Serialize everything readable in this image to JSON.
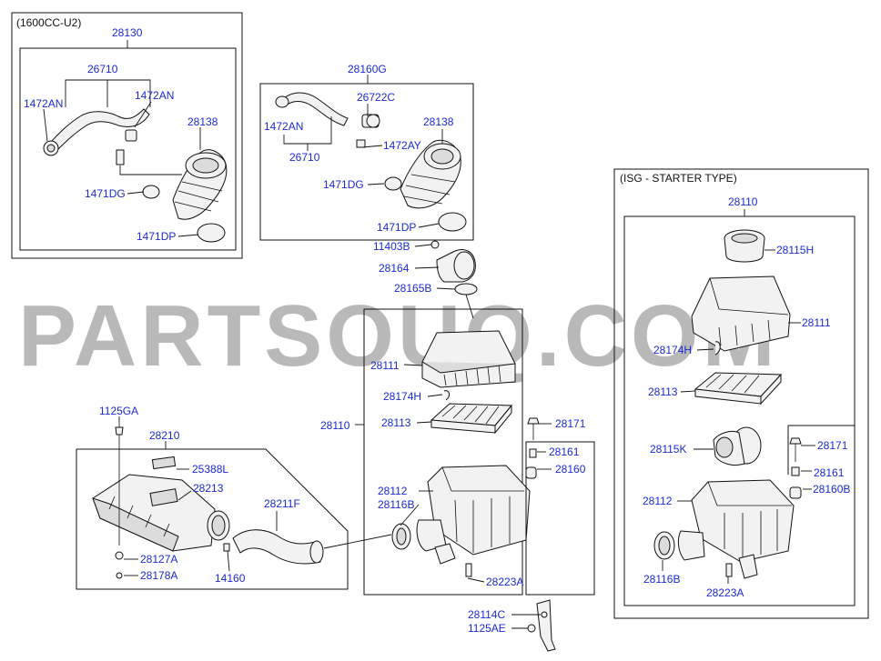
{
  "watermark": "PARTSOUQ.COM",
  "boxes": {
    "engine_variant": "(1600CC-U2)",
    "isg_variant": "(ISG - STARTER TYPE)"
  },
  "labels": {
    "l_28130": "28130",
    "l_26710_a": "26710",
    "l_1472AN_a": "1472AN",
    "l_1472AN_b": "1472AN",
    "l_28138_a": "28138",
    "l_1471DG_a": "1471DG",
    "l_1471DP_a": "1471DP",
    "l_28160G": "28160G",
    "l_26722C": "26722C",
    "l_1472AN_c": "1472AN",
    "l_28138_b": "28138",
    "l_1472AY": "1472AY",
    "l_26710_b": "26710",
    "l_1471DG_b": "1471DG",
    "l_1471DP_b": "1471DP",
    "l_11403B": "11403B",
    "l_28164": "28164",
    "l_28165B": "28165B",
    "l_28111_a": "28111",
    "l_28174H_a": "28174H",
    "l_28110_a": "28110",
    "l_28113_a": "28113",
    "l_28171_a": "28171",
    "l_28161_a": "28161",
    "l_28160_a": "28160",
    "l_28112_a": "28112",
    "l_28116B_a": "28116B",
    "l_28223A_a": "28223A",
    "l_28114C": "28114C",
    "l_1125AE": "1125AE",
    "l_1125GA": "1125GA",
    "l_28210": "28210",
    "l_25388L": "25388L",
    "l_28213": "28213",
    "l_28211F": "28211F",
    "l_28127A": "28127A",
    "l_28178A": "28178A",
    "l_14160": "14160",
    "l_28110_b": "28110",
    "l_28115H": "28115H",
    "l_28111_b": "28111",
    "l_28174H_b": "28174H",
    "l_28113_b": "28113",
    "l_28115K": "28115K",
    "l_28171_b": "28171",
    "l_28161_b": "28161",
    "l_28160B": "28160B",
    "l_28112_b": "28112",
    "l_28116B_b": "28116B",
    "l_28223A_b": "28223A"
  }
}
